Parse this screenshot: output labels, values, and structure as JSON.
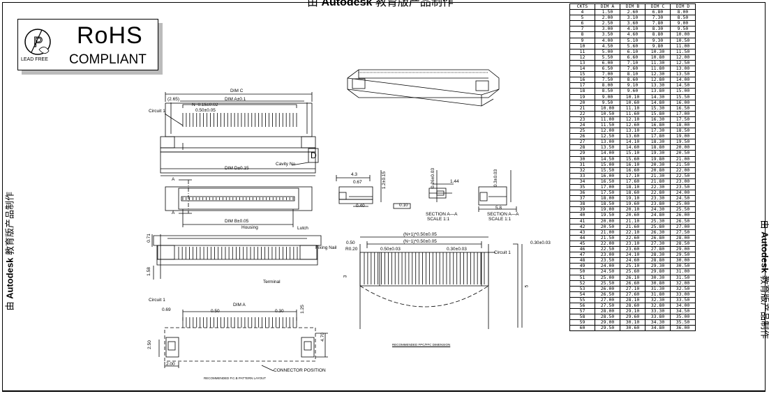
{
  "watermark": {
    "prefix": "由",
    "brand": "Autodesk",
    "suffix": "教育版产品制作"
  },
  "rohs": {
    "title": "RoHS",
    "subtitle": "COMPLIANT",
    "lead_free": "LEAD FREE"
  },
  "table": {
    "headers": [
      "CKTS",
      "DIM A",
      "DIM B",
      "DIM C",
      "DIM D"
    ],
    "rows": [
      [
        "4",
        "1.50",
        "2.60",
        "6.80",
        "8.00"
      ],
      [
        "5",
        "2.00",
        "3.10",
        "7.30",
        "8.50"
      ],
      [
        "6",
        "2.50",
        "3.60",
        "7.80",
        "9.00"
      ],
      [
        "7",
        "3.00",
        "4.10",
        "8.30",
        "9.50"
      ],
      [
        "8",
        "3.50",
        "4.60",
        "8.80",
        "10.00"
      ],
      [
        "9",
        "4.00",
        "5.10",
        "9.30",
        "10.50"
      ],
      [
        "10",
        "4.50",
        "5.60",
        "9.80",
        "11.00"
      ],
      [
        "11",
        "5.00",
        "6.10",
        "10.30",
        "11.50"
      ],
      [
        "12",
        "5.50",
        "6.60",
        "10.80",
        "12.00"
      ],
      [
        "13",
        "6.00",
        "7.10",
        "11.30",
        "12.50"
      ],
      [
        "14",
        "6.50",
        "7.60",
        "11.80",
        "13.00"
      ],
      [
        "15",
        "7.00",
        "8.10",
        "12.30",
        "13.50"
      ],
      [
        "16",
        "7.50",
        "8.60",
        "12.80",
        "14.00"
      ],
      [
        "17",
        "8.00",
        "9.10",
        "13.30",
        "14.50"
      ],
      [
        "18",
        "8.50",
        "9.60",
        "13.80",
        "15.00"
      ],
      [
        "19",
        "9.00",
        "10.10",
        "14.30",
        "15.50"
      ],
      [
        "20",
        "9.50",
        "10.60",
        "14.80",
        "16.00"
      ],
      [
        "21",
        "10.00",
        "11.10",
        "15.30",
        "16.50"
      ],
      [
        "22",
        "10.50",
        "11.60",
        "15.80",
        "17.00"
      ],
      [
        "23",
        "11.00",
        "12.10",
        "16.30",
        "17.50"
      ],
      [
        "24",
        "11.50",
        "12.60",
        "16.80",
        "18.00"
      ],
      [
        "25",
        "12.00",
        "13.10",
        "17.30",
        "18.50"
      ],
      [
        "26",
        "12.50",
        "13.60",
        "17.80",
        "19.00"
      ],
      [
        "27",
        "13.00",
        "14.10",
        "18.30",
        "19.50"
      ],
      [
        "28",
        "13.50",
        "14.60",
        "18.80",
        "20.00"
      ],
      [
        "29",
        "14.00",
        "15.10",
        "19.30",
        "20.50"
      ],
      [
        "30",
        "14.50",
        "15.60",
        "19.80",
        "21.00"
      ],
      [
        "31",
        "15.00",
        "16.10",
        "20.30",
        "21.50"
      ],
      [
        "32",
        "15.50",
        "16.60",
        "20.80",
        "22.00"
      ],
      [
        "33",
        "16.00",
        "17.10",
        "21.30",
        "22.50"
      ],
      [
        "34",
        "16.50",
        "17.60",
        "21.80",
        "23.00"
      ],
      [
        "35",
        "17.00",
        "18.10",
        "22.30",
        "23.50"
      ],
      [
        "36",
        "17.50",
        "18.60",
        "22.80",
        "24.00"
      ],
      [
        "37",
        "18.00",
        "19.10",
        "23.30",
        "24.50"
      ],
      [
        "38",
        "18.50",
        "19.60",
        "23.80",
        "25.00"
      ],
      [
        "39",
        "19.00",
        "20.10",
        "24.30",
        "25.50"
      ],
      [
        "40",
        "19.50",
        "20.60",
        "24.80",
        "26.00"
      ],
      [
        "41",
        "20.00",
        "21.10",
        "25.30",
        "26.50"
      ],
      [
        "42",
        "20.50",
        "21.60",
        "25.80",
        "27.00"
      ],
      [
        "43",
        "21.00",
        "22.10",
        "26.30",
        "27.50"
      ],
      [
        "44",
        "21.50",
        "22.60",
        "26.80",
        "28.00"
      ],
      [
        "45",
        "22.00",
        "23.10",
        "27.30",
        "28.50"
      ],
      [
        "46",
        "22.50",
        "23.60",
        "27.80",
        "29.00"
      ],
      [
        "47",
        "23.00",
        "24.10",
        "28.30",
        "29.50"
      ],
      [
        "48",
        "23.50",
        "24.60",
        "28.80",
        "30.00"
      ],
      [
        "49",
        "24.00",
        "25.10",
        "29.30",
        "30.50"
      ],
      [
        "50",
        "24.50",
        "25.60",
        "29.80",
        "31.00"
      ],
      [
        "51",
        "25.00",
        "26.10",
        "30.30",
        "31.50"
      ],
      [
        "52",
        "25.50",
        "26.60",
        "30.80",
        "32.00"
      ],
      [
        "53",
        "26.00",
        "27.10",
        "31.30",
        "32.50"
      ],
      [
        "54",
        "26.50",
        "27.60",
        "31.80",
        "33.00"
      ],
      [
        "55",
        "27.00",
        "28.10",
        "32.30",
        "33.50"
      ],
      [
        "56",
        "27.50",
        "28.60",
        "32.80",
        "34.00"
      ],
      [
        "57",
        "28.00",
        "29.10",
        "33.30",
        "34.50"
      ],
      [
        "58",
        "28.50",
        "29.60",
        "33.80",
        "35.00"
      ],
      [
        "59",
        "29.00",
        "30.10",
        "34.30",
        "35.50"
      ],
      [
        "60",
        "29.50",
        "30.60",
        "34.80",
        "36.00"
      ]
    ]
  },
  "labels": {
    "dim_c": "DIM C",
    "dim_a_tol": "DIM A±0.1",
    "v265": "(2.65)",
    "n_pitch": "N−0.15±0.02",
    "pitch050": "0.50±0.05",
    "circuit1_a": "Circuit 1",
    "cavity_no": "Cavity No",
    "cavity_d": "D",
    "dim_d": "DIM D±0.15",
    "a_top": "A",
    "a_bottom": "A",
    "dim_b": "DIM B±0.05",
    "housing": "Housing",
    "latch": "Lutch",
    "fixing_nail": "Fixing Nail",
    "v071": "0.71",
    "v158": "1.58",
    "terminal": "Terminal",
    "circuit1_b": "Circuit 1",
    "dim_a": "DIM A",
    "v069": "0.69",
    "v050": "0.50",
    "v030": "0.30",
    "v125": "1.25",
    "v470": "4.70",
    "v250": "2.50",
    "v200": "2.00",
    "connector_position": "CONNECTOR POSITION",
    "pcb_layout": "RECOMMENDED P.C.B PATTERN LAYOUT",
    "v43": "4.3",
    "v067": "0.67",
    "v12": "1.2±0.15",
    "v040": "0.40",
    "v010": "0.10",
    "v026": "0.26±0.03",
    "v144": "1.44",
    "section_aa_1": "SECTION A—A",
    "scale_1": "SCALE   1:1",
    "v03": "0.3±0.03",
    "v58": "5.8",
    "section_aa_2": "SECTION A—A",
    "scale_2": "SCALE   1:1",
    "np1": "(N+1)*0.50±0.05",
    "nm1": "(N−1)*0.50±0.05",
    "f050": "0.50",
    "f020": "R0.20",
    "f050b": "0.50±0.03",
    "f030": "0.30±0.03",
    "circuit1_c": "Circuit  1",
    "f030r": "0.30±0.03",
    "f3": "3",
    "f5": "5",
    "fpc_dim": "RECOMMENDED FPC/FFC DIMENSION"
  }
}
